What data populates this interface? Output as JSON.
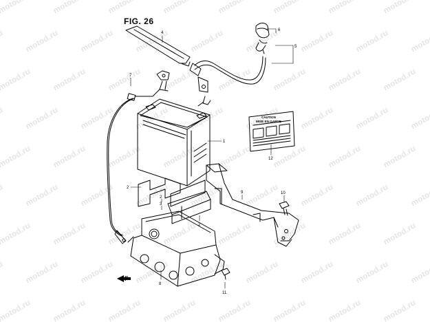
{
  "figure": {
    "title": "FIG. 26"
  },
  "watermark": {
    "text": "motod.ru"
  },
  "caution_label": {
    "line1": "CAUTION",
    "line2": "MISE EN GARDE"
  },
  "part_numbers": {
    "battery": "1",
    "battery_plate_top": "2",
    "battery_plate_mid": "2",
    "battery_plate_low": "2",
    "spacer": "3",
    "band": "4",
    "cap": "5",
    "cover": "6",
    "lead_wire": "7",
    "battery_case": "8",
    "bracket": "9",
    "bolt_upper": "10",
    "bolt_lower": "11",
    "label": "12"
  },
  "front_arrow": "F"
}
